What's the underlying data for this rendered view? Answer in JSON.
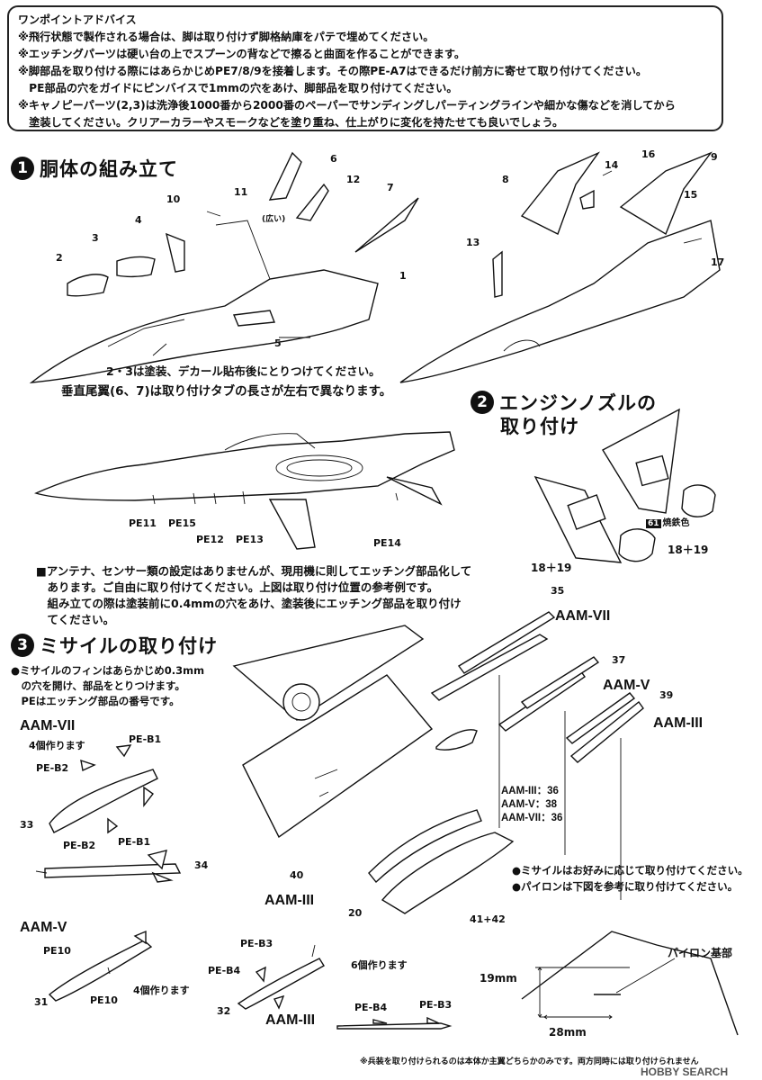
{
  "advice": {
    "title": "ワンポイントアドバイス",
    "lines": [
      "※飛行状態で製作される場合は、脚は取り付けず脚格納庫をパテで埋めてください。",
      "※エッチングパーツは硬い台の上でスプーンの背などで擦ると曲面を作ることができます。",
      "※脚部品を取り付ける際にはあらかじめPE7/8/9を接着します。その際PE-A7はできるだけ前方に寄せて取り付けてください。",
      "　PE部品の穴をガイドにピンバイスで1mmの穴をあけ、脚部品を取り付けてください。",
      "※キャノピーパーツ(2,3)は洗浄後1000番から2000番のペーパーでサンディングしパーティングラインや細かな傷などを消してから",
      "　塗装してください。クリアーカラーやスモークなどを塗り重ね、仕上がりに変化を持たせても良いでしょう。"
    ]
  },
  "section1": {
    "num": "1",
    "title": "胴体の組み立て",
    "parts": [
      "1",
      "2",
      "3",
      "4",
      "5",
      "6",
      "7",
      "8",
      "9",
      "10",
      "11",
      "12",
      "13",
      "14",
      "15",
      "16",
      "17"
    ],
    "wide_label": "(広い)",
    "note1": "2・3は塗装、デカール貼布後にとりつけてください。",
    "note2": "垂直尾翼(6、7)は取り付けタブの長さが左右で異なります。"
  },
  "side_view": {
    "pe_labels": [
      "PE11",
      "PE15",
      "PE12",
      "PE13",
      "PE14"
    ]
  },
  "antenna_note": {
    "lines": [
      "■アンテナ、センサー類の設定はありませんが、現用機に則してエッチング部品化して",
      "　あります。ご自由に取り付けてください。上図は取り付け位置の参考例です。",
      "　組み立ての際は塗装前に0.4mmの穴をあけ、塗装後にエッチング部品を取り付け",
      "　てください。"
    ]
  },
  "section2": {
    "num": "2",
    "title_line1": "エンジンノズルの",
    "title_line2": "取り付け",
    "color_num": "61",
    "color_name": "焼鉄色",
    "part_a": "18＋19",
    "part_b": "18＋19"
  },
  "section3": {
    "num": "3",
    "title": "ミサイルの取り付け",
    "notes": [
      "●ミサイルのフィンはあらかじめ0.3mm",
      "　の穴を開け、部品をとりつけます。",
      "　PEはエッチング部品の番号です。"
    ],
    "aam7": {
      "name": "AAM-VII",
      "count": "4個作ります",
      "labels": [
        "PE-B1",
        "PE-B2",
        "33",
        "PE-B2",
        "PE-B1",
        "34"
      ]
    },
    "aam5": {
      "name": "AAM-V",
      "count": "4個作ります",
      "labels": [
        "PE10",
        "PE10",
        "31"
      ]
    },
    "aam3": {
      "name": "AAM-III",
      "count": "6個作ります",
      "labels": [
        "PE-B3",
        "PE-B4",
        "32",
        "PE-B4",
        "PE-B3"
      ]
    }
  },
  "missile_callouts": {
    "aam7": {
      "part": "35",
      "name": "AAM-VII"
    },
    "aam5": {
      "part": "37",
      "name": "AAM-V"
    },
    "aam3": {
      "part": "39",
      "name": "AAM-III"
    },
    "pylon_list": [
      "AAM-III：36",
      "AAM-V：38",
      "AAM-VII：36"
    ],
    "part40": "40",
    "part20": "20",
    "part41": "41+42",
    "aam3_label": "AAM-III"
  },
  "pylon_notes": [
    "●ミサイルはお好みに応じて取り付けてください。",
    "●パイロンは下図を参考に取り付けてください。"
  ],
  "pylon_diagram": {
    "label": "パイロン基部",
    "dim_v": "19mm",
    "dim_h": "28mm"
  },
  "footer": "※兵装を取り付けられるのは本体か主翼どちらかのみです。両方同時には取り付けられません",
  "watermark": "HOBBY SEARCH"
}
